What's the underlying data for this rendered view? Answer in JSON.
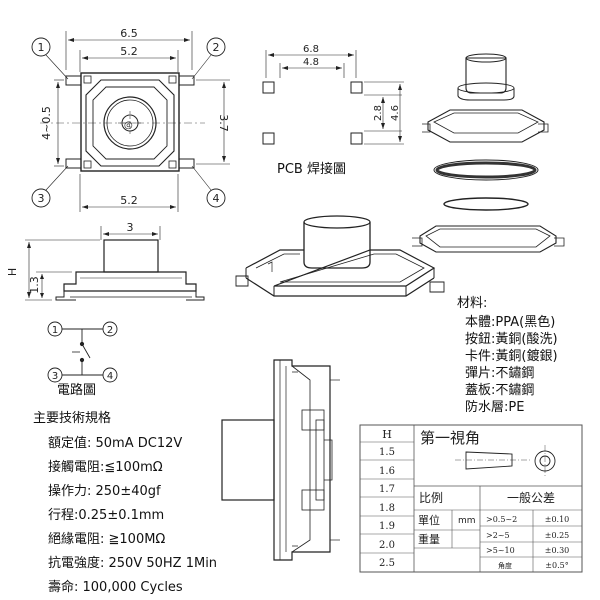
{
  "top_view": {
    "dim_top_outer": "6.5",
    "dim_top_inner": "5.2",
    "dim_bottom": "5.2",
    "dim_left": "4~0.5",
    "dim_right": "3.7",
    "pins": [
      "1",
      "2",
      "3",
      "4"
    ]
  },
  "pcb": {
    "label": "PCB 焊接圖",
    "dim_outer": "6.8",
    "dim_inner": "4.8",
    "dim_v_inner": "2.8",
    "dim_v_outer": "4.6"
  },
  "side_view": {
    "dim_width": "3",
    "dim_height": "H",
    "dim_base": "1.3"
  },
  "circuit": {
    "title": "電路圖",
    "pins": [
      "1",
      "2",
      "3",
      "4"
    ]
  },
  "specs": {
    "title": "主要技術規格",
    "items": [
      "額定值: 50mA DC12V",
      "接觸電阻:≦100mΩ",
      "操作力: 250±40gf",
      "行程:0.25±0.1mm",
      "絕緣電阻: ≧100MΩ",
      "抗電強度: 250V 50HZ 1Min",
      "壽命: 100,000 Cycles"
    ]
  },
  "materials": {
    "title": "材料:",
    "items": [
      "本體:PPA(黑色)",
      "按鈕:黃銅(酸洗)",
      "卡件:黃銅(鍍銀)",
      "彈片:不鏽鋼",
      "蓋板:不鏽鋼",
      "防水層:PE"
    ]
  },
  "title_block": {
    "h_header": "H",
    "h_values": [
      "1.5",
      "1.6",
      "1.7",
      "1.8",
      "1.9",
      "2.0",
      "2.5"
    ],
    "projection": "第一視角",
    "scale_label": "比例",
    "unit_label": "單位",
    "unit_value": "mm",
    "weight_label": "重量",
    "tolerance_title": "一般公差",
    "tolerance_rows": [
      {
        "range": ">0.5~2",
        "tol": "±0.10"
      },
      {
        "range": ">2~5",
        "tol": "±0.25"
      },
      {
        "range": ">5~10",
        "tol": "±0.30"
      },
      {
        "range": "角度",
        "tol": "±0.5°"
      }
    ]
  },
  "colors": {
    "line": "#222222",
    "dim": "#333333",
    "frame": "#555555",
    "paper": "#ffffff"
  }
}
